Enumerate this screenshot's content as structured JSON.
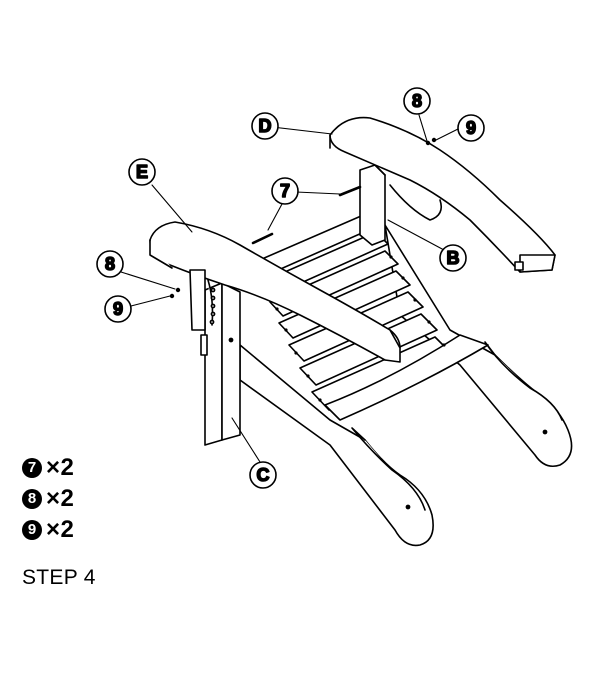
{
  "diagram": {
    "callouts": {
      "d": "D",
      "e": "E",
      "b": "B",
      "c": "C",
      "seven": "7",
      "eight_top": "8",
      "nine_top": "9",
      "eight_left": "8",
      "nine_left": "9"
    }
  },
  "parts_list": [
    {
      "number": "7",
      "multiplier": "×2"
    },
    {
      "number": "8",
      "multiplier": "×2"
    },
    {
      "number": "9",
      "multiplier": "×2"
    }
  ],
  "step_label": "STEP 4",
  "colors": {
    "line": "#000000",
    "background": "#ffffff"
  }
}
